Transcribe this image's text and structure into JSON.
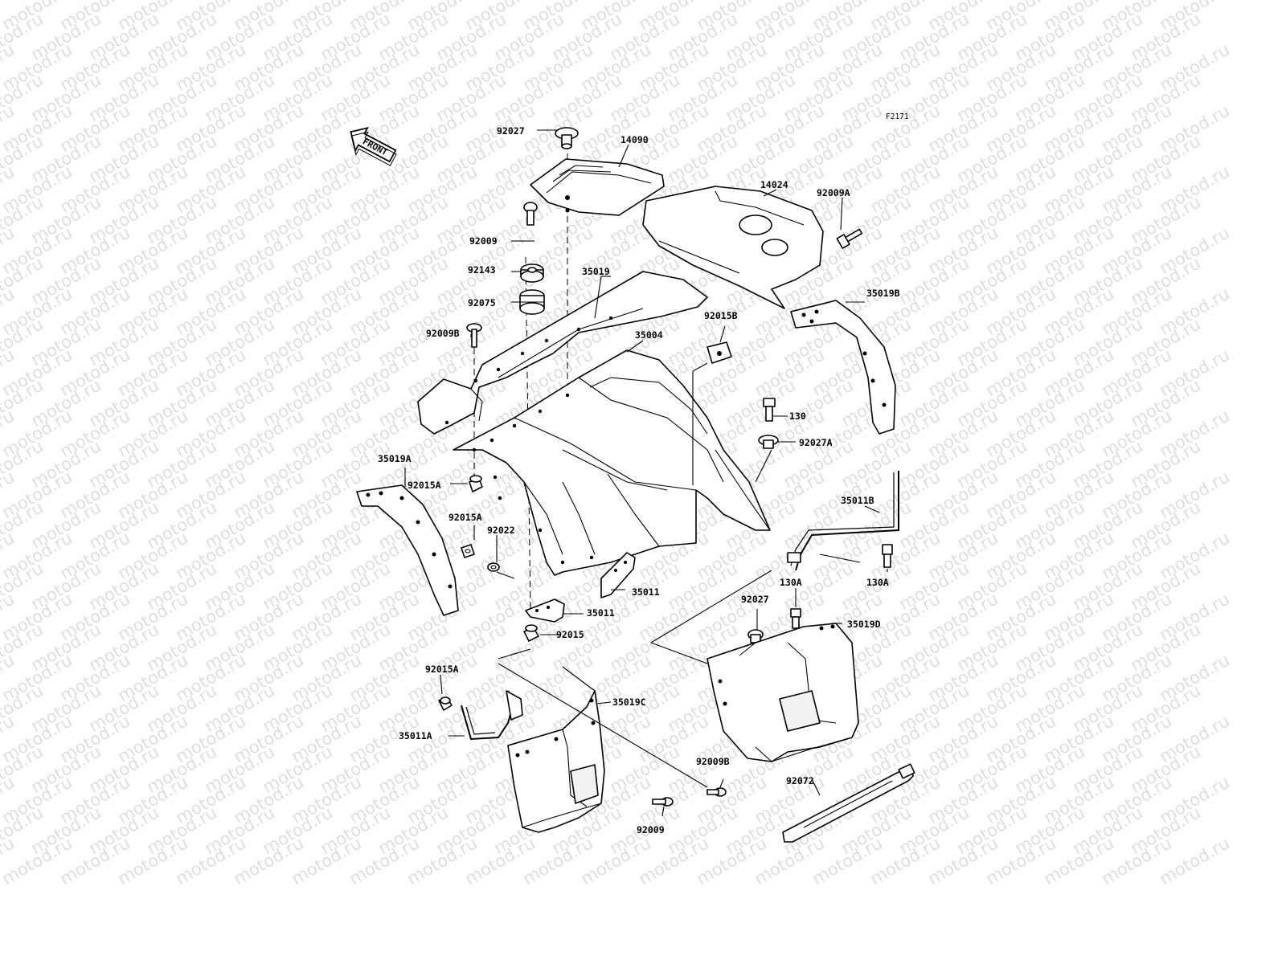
{
  "diagram": {
    "code": "F2171",
    "front_label": "FRONT",
    "watermark": "motod.ru",
    "parts": [
      {
        "id": "92027-top",
        "number": "92027"
      },
      {
        "id": "14090",
        "number": "14090"
      },
      {
        "id": "14024",
        "number": "14024"
      },
      {
        "id": "92009A",
        "number": "92009A"
      },
      {
        "id": "92009-top",
        "number": "92009"
      },
      {
        "id": "92143",
        "number": "92143"
      },
      {
        "id": "35019",
        "number": "35019"
      },
      {
        "id": "92075",
        "number": "92075"
      },
      {
        "id": "35019B",
        "number": "35019B"
      },
      {
        "id": "92015B",
        "number": "92015B"
      },
      {
        "id": "92009B-top",
        "number": "92009B"
      },
      {
        "id": "35004",
        "number": "35004"
      },
      {
        "id": "130",
        "number": "130"
      },
      {
        "id": "92027A",
        "number": "92027A"
      },
      {
        "id": "35019A",
        "number": "35019A"
      },
      {
        "id": "92015A-1",
        "number": "92015A"
      },
      {
        "id": "35011B",
        "number": "35011B"
      },
      {
        "id": "92015A-2",
        "number": "92015A"
      },
      {
        "id": "92022",
        "number": "92022"
      },
      {
        "id": "35011-right",
        "number": "35011"
      },
      {
        "id": "130A-mid",
        "number": "130A"
      },
      {
        "id": "130A-right",
        "number": "130A"
      },
      {
        "id": "92027-mid",
        "number": "92027"
      },
      {
        "id": "35011-left",
        "number": "35011"
      },
      {
        "id": "35019D",
        "number": "35019D"
      },
      {
        "id": "92015",
        "number": "92015"
      },
      {
        "id": "92015A-3",
        "number": "92015A"
      },
      {
        "id": "35019C",
        "number": "35019C"
      },
      {
        "id": "35011A",
        "number": "35011A"
      },
      {
        "id": "92009B-bottom",
        "number": "92009B"
      },
      {
        "id": "92072",
        "number": "92072"
      },
      {
        "id": "92009-bottom",
        "number": "92009"
      }
    ]
  }
}
